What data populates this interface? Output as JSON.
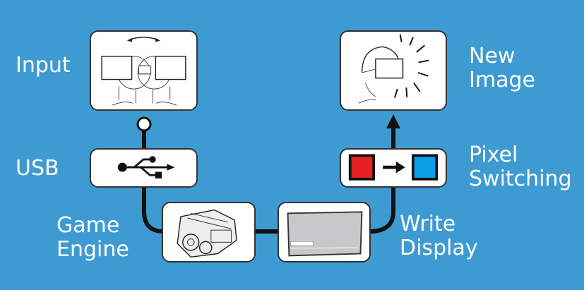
{
  "labels": {
    "input": "Input",
    "usb": "USB",
    "game_engine": [
      "Game",
      "Engine"
    ],
    "write_display": [
      "Write",
      "Display"
    ],
    "pixel_switching": [
      "Pixel",
      "Switching"
    ],
    "new_image": [
      "New",
      "Image"
    ]
  },
  "colors": {
    "background": "#3e9bd2",
    "pixel_from": "#e62020",
    "pixel_to": "#0a9ee8"
  }
}
